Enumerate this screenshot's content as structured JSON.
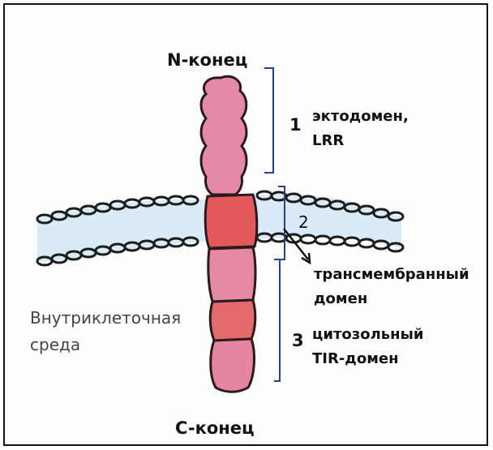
{
  "labels": {
    "n_terminus": "N-конец",
    "c_terminus": "C-конец",
    "ectodomain": {
      "number": "1",
      "line1": "эктодомен,",
      "line2": "LRR"
    },
    "transmembrane": {
      "number": "2",
      "line1": "трансмембранный",
      "line2": "домен"
    },
    "cytosolic": {
      "number": "3",
      "line1": "цитозольный",
      "line2": "TIR-домен"
    },
    "intracellular": {
      "line1": "Внутриклеточная",
      "line2": "среда"
    }
  },
  "colors": {
    "membrane_fill": "#d9ebf6",
    "protein_pink": "#e5839e",
    "protein_red": "#e55b5a",
    "bracket_blue": "#2b3f8f"
  }
}
